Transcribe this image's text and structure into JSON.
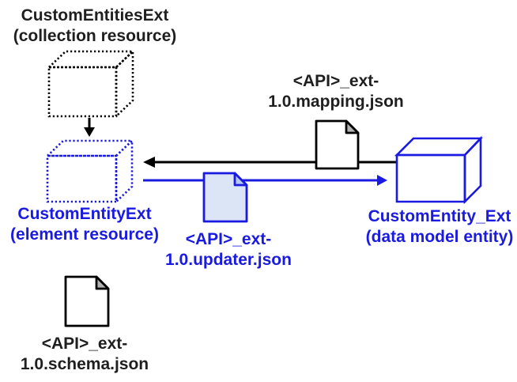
{
  "colors": {
    "black_line": "#000000",
    "black_text": "#1f1f1f",
    "blue": "#1a1ae0",
    "doc_fill_white": "#ffffff",
    "doc_fill_blue": "#dbe5f6",
    "fold_gray": "#b3b3b3",
    "fold_blue": "#b7c9ee"
  },
  "nodes": {
    "collection": {
      "line1": "CustomEntitiesExt",
      "line2": "(collection resource)"
    },
    "element": {
      "line1": "CustomEntityExt",
      "line2": "(element resource)"
    },
    "data_model": {
      "line1": "CustomEntity_Ext",
      "line2": "(data model entity)"
    }
  },
  "files": {
    "mapping": {
      "line1": "<API>_ext-",
      "line2": "1.0.mapping.json"
    },
    "updater": {
      "line1": "<API>_ext-",
      "line2": "1.0.updater.json"
    },
    "schema": {
      "line1": "<API>_ext-",
      "line2": "1.0.schema.json"
    }
  },
  "icons": {
    "collection_cube": "dotted-black-cube-icon",
    "element_cube": "dotted-blue-cube-icon",
    "data_model_cube": "solid-blue-cube-icon",
    "mapping_doc": "document-icon",
    "updater_doc": "document-icon",
    "schema_doc": "document-icon"
  }
}
